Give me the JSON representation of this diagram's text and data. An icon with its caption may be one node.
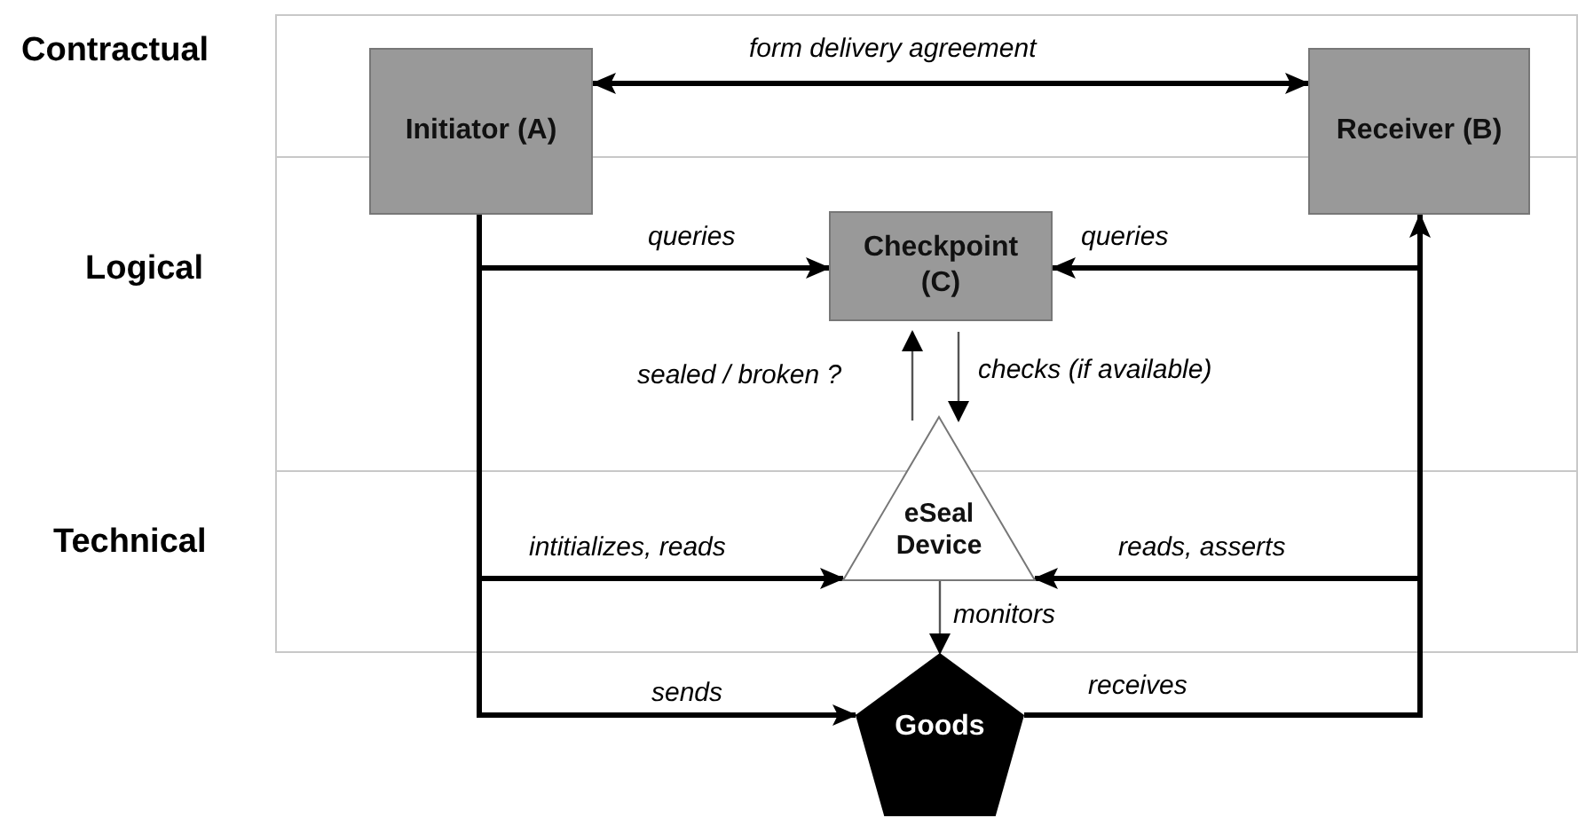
{
  "diagram": {
    "nodes": [
      {
        "text": [
          "Initiator (A)"
        ]
      },
      {
        "text": [
          "Receiver (B)"
        ]
      },
      {
        "text": [
          "Checkpoint (C)"
        ]
      },
      {
        "text": [
          "eSeal Device"
        ]
      },
      {
        "text": [
          "Goods"
        ]
      }
    ],
    "edges": [
      {
        "from": 0,
        "to": 1,
        "arrow": "both",
        "label": "form delivery agreement"
      },
      {
        "from": 0,
        "to": 2,
        "arrow": "to",
        "label": "queries"
      },
      {
        "from": 1,
        "to": 2,
        "arrow": "to",
        "label": "queries"
      },
      {
        "from": 3,
        "to": 2,
        "arrow": "to",
        "label": "sealed / broken ?",
        "color": "#555555"
      },
      {
        "from": 2,
        "to": 3,
        "arrow": "to",
        "label": "checks (if available)",
        "color": "#555555"
      },
      {
        "from": 0,
        "to": 3,
        "arrow": "to",
        "label": "intitializes, reads"
      },
      {
        "from": 1,
        "to": 3,
        "arrow": "to",
        "label": "reads, asserts"
      },
      {
        "from": 3,
        "to": 4,
        "arrow": "to",
        "label": "monitors",
        "color": "#555555"
      },
      {
        "from": 0,
        "to": 4,
        "arrow": "to",
        "label": "sends"
      },
      {
        "from": 4,
        "to": 1,
        "arrow": "to",
        "label": "receives"
      }
    ],
    "labels": [
      "Contractual",
      "Logical",
      "Technical"
    ]
  }
}
